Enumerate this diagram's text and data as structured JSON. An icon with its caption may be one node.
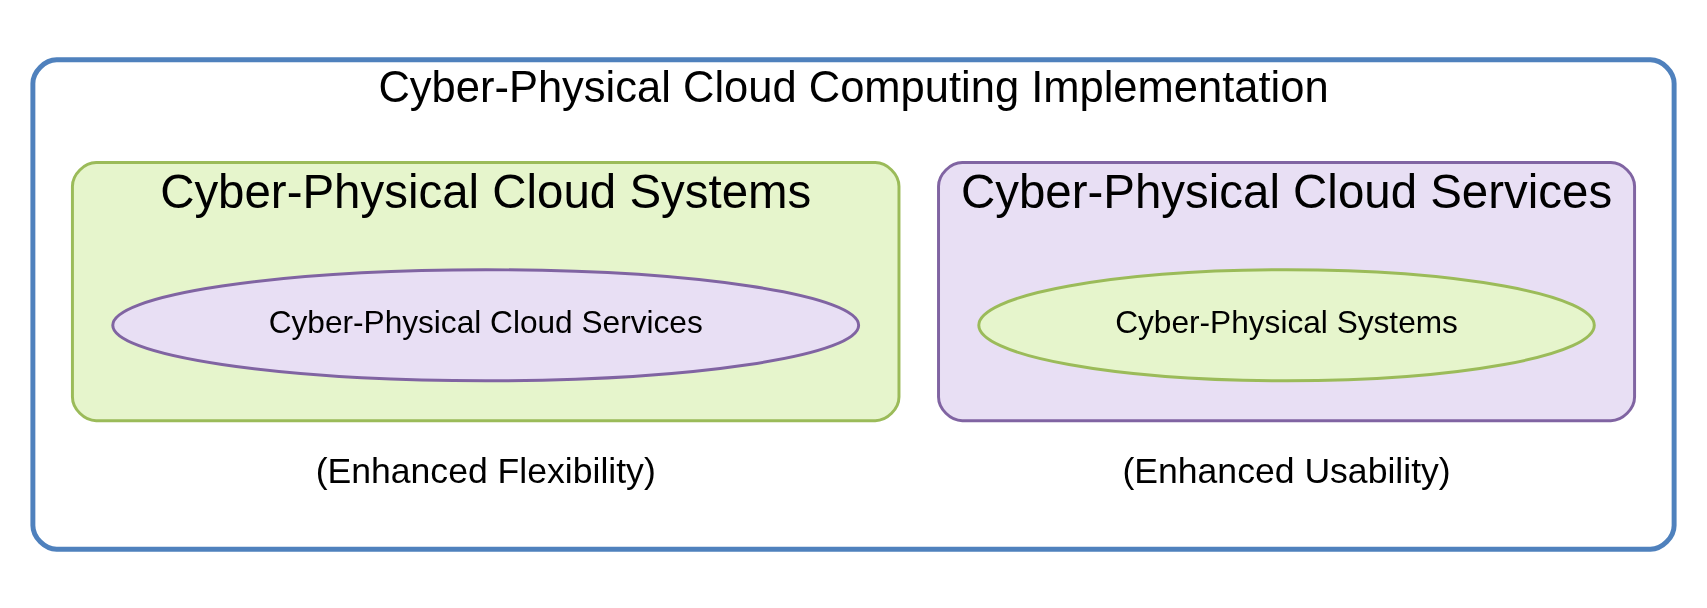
{
  "diagram": {
    "nodes": [
      {
        "text": [
          "Cyber-Physical Cloud Computing Implementation"
        ]
      },
      {
        "text": [
          "Cyber-Physical Cloud Services"
        ],
        "in": 0,
        "beside": [
          "(Enhanced Usability)"
        ]
      },
      {
        "text": [
          "Cyber-Physical Systems"
        ],
        "in": 1
      },
      {
        "text": [
          "Cyber-Physical Cloud Systems"
        ],
        "in": 0,
        "beside": [
          "(Enhanced Flexibility)"
        ]
      },
      {
        "text": [
          "Cyber-Physical Cloud Services"
        ],
        "in": 3
      }
    ],
    "edges": []
  }
}
